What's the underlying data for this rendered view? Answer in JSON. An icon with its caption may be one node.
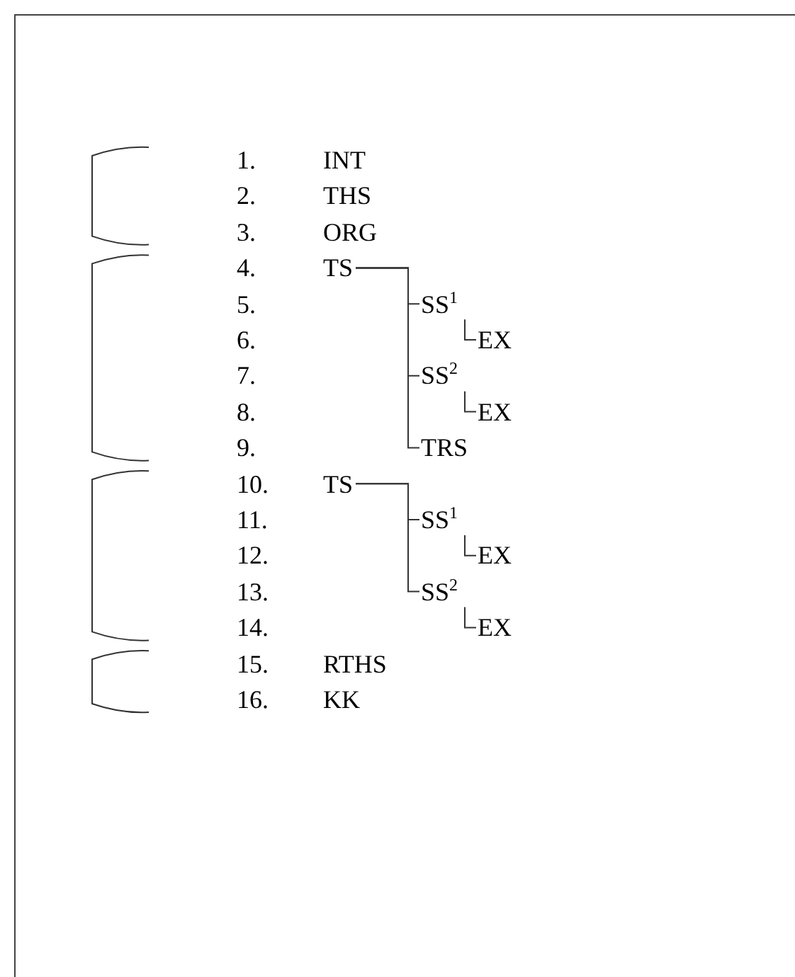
{
  "diagram": {
    "nodes": [
      {
        "text": [
          "INT"
        ]
      },
      {
        "text": [
          "THS"
        ]
      },
      {
        "text": [
          "ORG"
        ]
      },
      {
        "text": [
          "TS"
        ]
      },
      {
        "text": [
          "SS$^{1}$"
        ]
      },
      {
        "text": [
          "EX"
        ]
      },
      {
        "text": [
          "SS$^{2}$"
        ]
      },
      {
        "text": [
          "EX"
        ]
      },
      {
        "text": [
          "TRS"
        ]
      },
      {
        "text": [
          "TS"
        ]
      },
      {
        "text": [
          "SS$^{1}$"
        ]
      },
      {
        "text": [
          "EX"
        ]
      },
      {
        "text": [
          "SS$^{2}$"
        ]
      },
      {
        "text": [
          "EX"
        ]
      },
      {
        "text": [
          "RTHS"
        ]
      },
      {
        "text": [
          "KK"
        ]
      }
    ],
    "edges": [
      {
        "from": 3,
        "to": 4,
        "arrow": "none"
      },
      {
        "from": 4,
        "to": 5,
        "arrow": "none"
      },
      {
        "from": 3,
        "to": 6,
        "arrow": "none"
      },
      {
        "from": 6,
        "to": 7,
        "arrow": "none"
      },
      {
        "from": 3,
        "to": 8,
        "arrow": "none"
      },
      {
        "from": 9,
        "to": 10,
        "arrow": "none"
      },
      {
        "from": 10,
        "to": 11,
        "arrow": "none"
      },
      {
        "from": 9,
        "to": 12,
        "arrow": "none"
      },
      {
        "from": 12,
        "to": 13,
        "arrow": "none"
      }
    ],
    "labels": [
      "1.",
      "2.",
      "3.",
      "4.",
      "5.",
      "6.",
      "7.",
      "8.",
      "9.",
      "10.",
      "11.",
      "12.",
      "13.",
      "14.",
      "15.",
      "16."
    ]
  }
}
